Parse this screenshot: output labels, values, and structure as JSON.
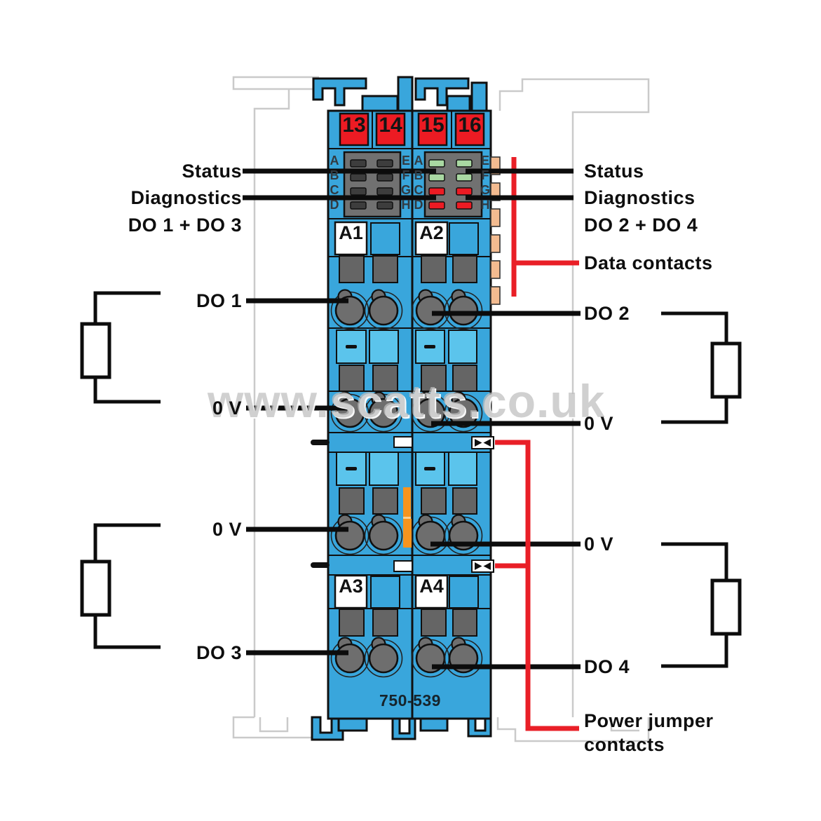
{
  "diagram": {
    "watermark": "www.scatts.co.uk",
    "part_number": "750-539",
    "terminals": [
      "13",
      "14",
      "15",
      "16"
    ],
    "plates": [
      "A1",
      "A2",
      "A3",
      "A4"
    ],
    "led_letters_outer": [
      "A",
      "B",
      "C",
      "D"
    ],
    "led_letters_inner": [
      "E",
      "F",
      "G",
      "H"
    ],
    "left": {
      "status": "Status",
      "diagnostics": "Diagnostics",
      "channels": "DO 1 + DO 3",
      "do1": "DO 1",
      "ov_top": "0 V",
      "ov_bottom": "0 V",
      "do3": "DO 3"
    },
    "right": {
      "status": "Status",
      "diagnostics": "Diagnostics",
      "channels": "DO 2 + DO 4",
      "data_contacts": "Data contacts",
      "do2": "DO 2",
      "ov_top": "0 V",
      "ov_bottom": "0 V",
      "do4": "DO 4",
      "power_jumper_1": "Power jumper",
      "power_jumper_2": "contacts"
    },
    "colors": {
      "module_blue": "#39A6DC",
      "light_blue": "#5BC4EC",
      "terminal_red": "#EC1B23",
      "led_green": "#A9D8A2",
      "led_red": "#EC1B23",
      "led_off_gray": "#3D3D3D",
      "panel_gray": "#717171",
      "data_contact_tan": "#F3BB90",
      "locking_orange": "#F7941E",
      "callout_red": "#E91F27",
      "rail_outline_gray": "#CACACA"
    }
  }
}
